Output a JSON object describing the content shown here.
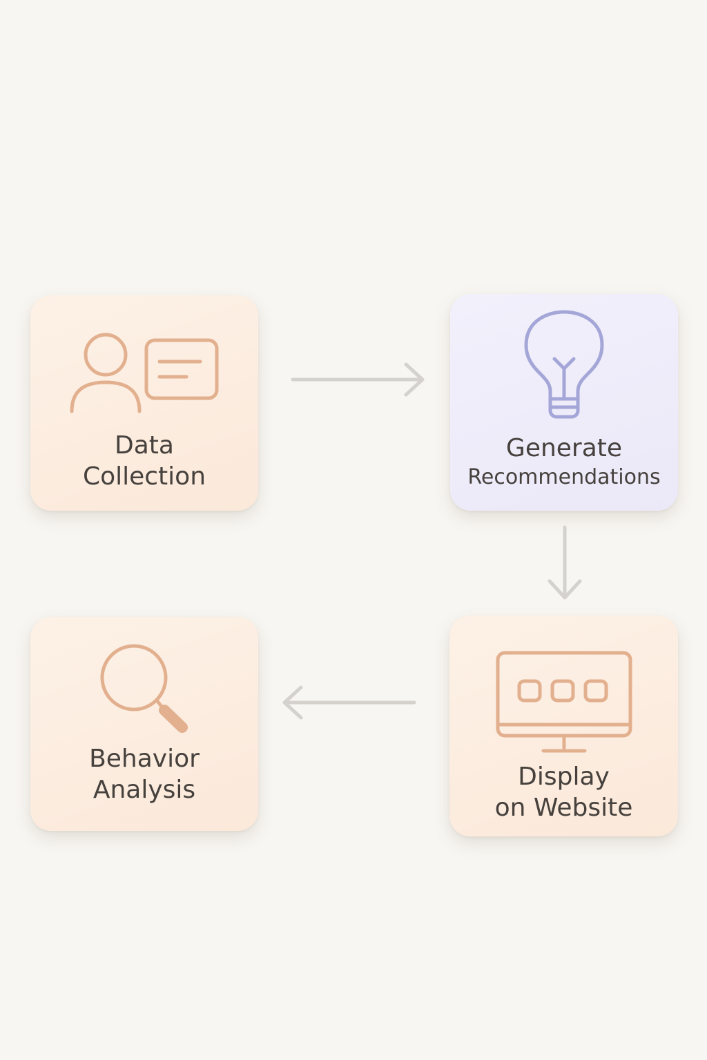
{
  "steps": [
    {
      "id": "data-collection",
      "icon": "user-profile-card-icon",
      "label_lines": [
        "Data",
        "Collection"
      ]
    },
    {
      "id": "generate-recommendations",
      "icon": "lightbulb-icon",
      "label_lines": [
        "Generate",
        "Recommendations"
      ]
    },
    {
      "id": "display-on-website",
      "icon": "monitor-icon",
      "label_lines": [
        "Display",
        "on Website"
      ]
    },
    {
      "id": "behavior-analysis",
      "icon": "magnifying-glass-icon",
      "label_lines": [
        "Behavior",
        "Analysis"
      ]
    }
  ],
  "flow": [
    {
      "from": "data-collection",
      "to": "generate-recommendations"
    },
    {
      "from": "generate-recommendations",
      "to": "display-on-website"
    },
    {
      "from": "display-on-website",
      "to": "behavior-analysis"
    }
  ],
  "colors": {
    "background": "#f8f6f2",
    "warm_card": "#fcecdf",
    "cool_card": "#efedfa",
    "warm_icon": "#e2b08e",
    "cool_icon": "#a4a6d8",
    "text": "#46413d",
    "arrow": "#d5d2cd"
  }
}
